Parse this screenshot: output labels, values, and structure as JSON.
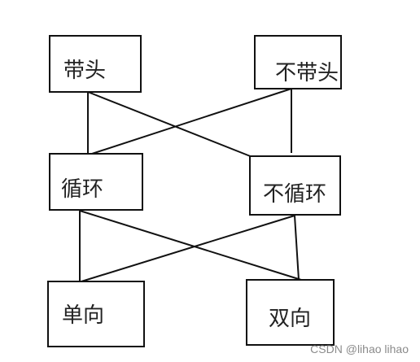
{
  "nodes": {
    "with_head": "带头",
    "no_head": "不带头",
    "circular": "循环",
    "non_circular": "不循环",
    "singly": "单向",
    "doubly": "双向"
  },
  "watermark": "CSDN @lihao lihao",
  "colors": {
    "line": "#111111",
    "text": "#222222",
    "watermark": "#8a8a8a"
  }
}
